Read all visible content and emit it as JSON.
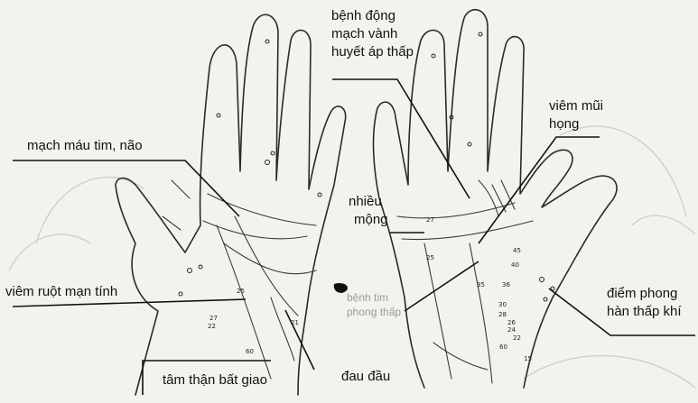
{
  "labels": {
    "coronary": [
      "bệnh động",
      "mạch vành",
      "huyết áp thấp"
    ],
    "blood_vessels": "mạch máu tim, não",
    "rhinitis": [
      "viêm mũi",
      "họng"
    ],
    "dreams": [
      "nhiều",
      "mộng"
    ],
    "enteritis": "viêm ruột mạn tính",
    "point_phong": [
      "điểm phong",
      "hàn thấp khí"
    ],
    "kidney_heart": "tâm thận bất giao",
    "headache": "đau đầu",
    "faint_text": [
      "bệnh tim",
      "phong thấp"
    ]
  },
  "point_numbers": {
    "left_hand": [
      "25",
      "27",
      "22",
      "21",
      "60"
    ],
    "right_hand": [
      "27",
      "45",
      "40",
      "25",
      "35",
      "36",
      "30",
      "28",
      "26",
      "24",
      "22",
      "60",
      "15"
    ]
  },
  "colors": {
    "ink": "#111111",
    "paper": "#f4f2ee",
    "faint": "#9a9a9a"
  }
}
